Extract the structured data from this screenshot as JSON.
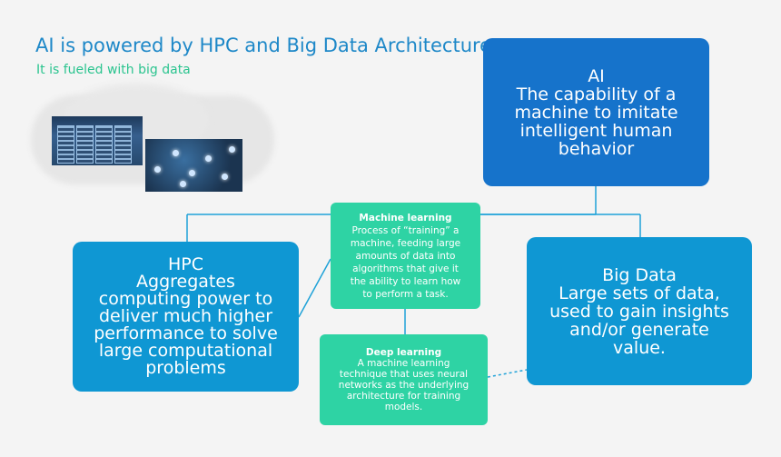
{
  "header": {
    "title": "AI is powered by HPC and Big Data Architectures",
    "subtitle": "It is fueled with big data"
  },
  "nodes": {
    "ai": {
      "heading": "AI",
      "lines": [
        "The capability of a",
        "machine to imitate",
        "intelligent human",
        "behavior"
      ]
    },
    "hpc": {
      "heading": "HPC",
      "lines": [
        "Aggregates",
        "computing power to",
        "deliver much higher",
        "performance to solve",
        "large computational",
        "problems"
      ]
    },
    "big_data": {
      "heading": "Big Data",
      "lines": [
        "Large sets of data,",
        "used to gain insights",
        "and/or generate",
        "value."
      ]
    },
    "machine_learning": {
      "heading": "Machine learning",
      "lines": [
        "Process of “training” a",
        "machine, feeding large",
        "amounts of data into",
        "algorithms that give it",
        "the ability to learn how",
        "to perform a task."
      ]
    },
    "deep_learning": {
      "heading": "Deep learning",
      "lines": [
        "A machine learning",
        "technique that uses neural",
        "networks as the underlying",
        "architecture for training",
        "models."
      ]
    }
  },
  "colors": {
    "title": "#1e88c8",
    "subtitle": "#2bc48f",
    "ai_box": "#1673cb",
    "hpc_box": "#0f97d3",
    "big_data_box": "#0f97d3",
    "ml_box": "#2ed3a4",
    "connector": "#1fa2d8"
  },
  "images": {
    "left": "server-racks-photo",
    "right": "network-graph-photo"
  }
}
